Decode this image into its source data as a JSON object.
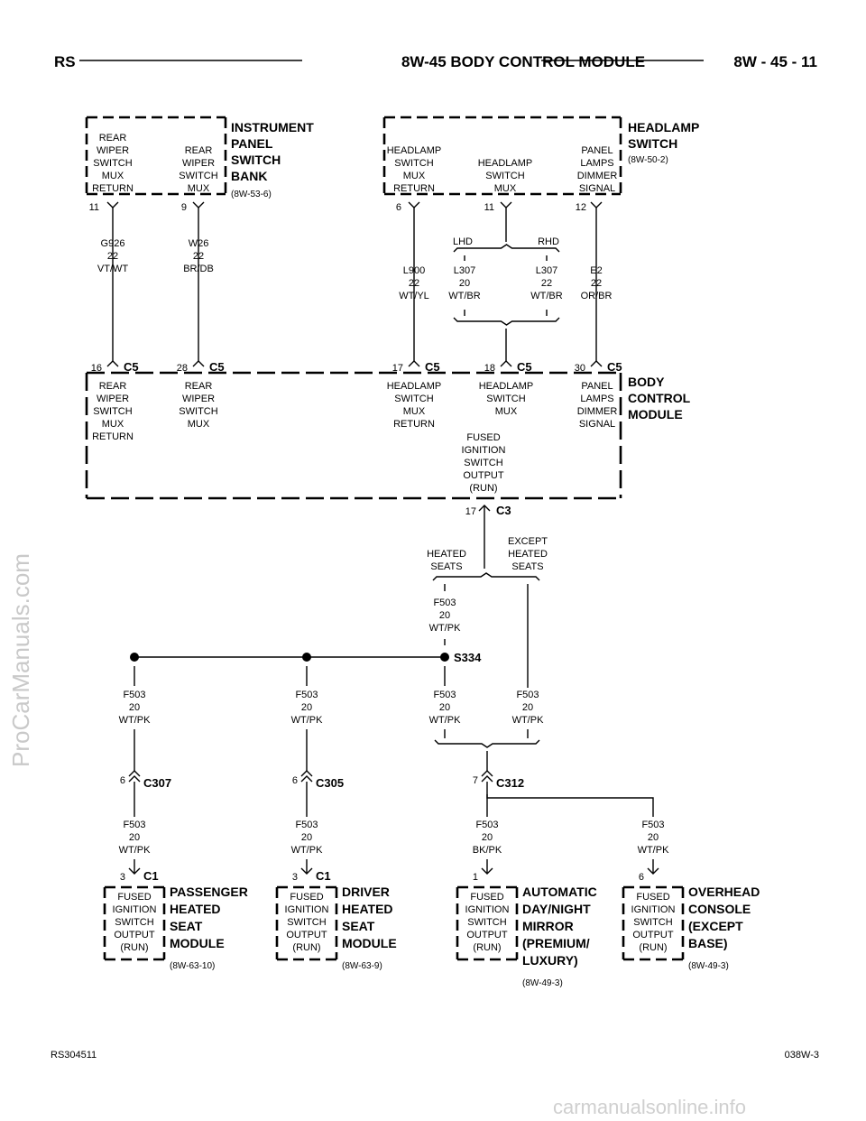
{
  "header": {
    "left": "RS",
    "title": "8W-45 BODY CONTROL MODULE",
    "right": "8W - 45 - 11"
  },
  "footer": {
    "left": "RS304511",
    "right": "038W-3"
  },
  "watermarks": {
    "side": "ProCarManuals.com",
    "bottom": "carmanualsonline.info"
  },
  "components": {
    "ipsb": {
      "name": [
        "INSTRUMENT",
        "PANEL",
        "SWITCH",
        "BANK"
      ],
      "ref": "(8W-53-6)",
      "pins": [
        {
          "num": "11",
          "label": [
            "REAR",
            "WIPER",
            "SWITCH",
            "MUX",
            "RETURN"
          ]
        },
        {
          "num": "9",
          "label": [
            "REAR",
            "WIPER",
            "SWITCH",
            "MUX"
          ]
        }
      ]
    },
    "hls": {
      "name": [
        "HEADLAMP",
        "SWITCH"
      ],
      "ref": "(8W-50-2)",
      "pins": [
        {
          "num": "6",
          "label": [
            "HEADLAMP",
            "SWITCH",
            "MUX",
            "RETURN"
          ]
        },
        {
          "num": "11",
          "label": [
            "HEADLAMP",
            "SWITCH",
            "MUX"
          ]
        },
        {
          "num": "12",
          "label": [
            "PANEL",
            "LAMPS",
            "DIMMER",
            "SIGNAL"
          ]
        }
      ]
    },
    "bcm": {
      "name": [
        "BODY",
        "CONTROL",
        "MODULE"
      ],
      "pins": [
        {
          "num": "16",
          "conn": "C5",
          "label": [
            "REAR",
            "WIPER",
            "SWITCH",
            "MUX",
            "RETURN"
          ]
        },
        {
          "num": "28",
          "conn": "C5",
          "label": [
            "REAR",
            "WIPER",
            "SWITCH",
            "MUX"
          ]
        },
        {
          "num": "17",
          "conn": "C5",
          "label": [
            "HEADLAMP",
            "SWITCH",
            "MUX",
            "RETURN"
          ]
        },
        {
          "num": "18",
          "conn": "C5",
          "label": [
            "HEADLAMP",
            "SWITCH",
            "MUX"
          ]
        },
        {
          "num": "30",
          "conn": "C5",
          "label": [
            "PANEL",
            "LAMPS",
            "DIMMER",
            "SIGNAL"
          ]
        },
        {
          "num": "17",
          "conn": "C3",
          "label": [
            "FUSED",
            "IGNITION",
            "SWITCH",
            "OUTPUT",
            "(RUN)"
          ]
        }
      ]
    },
    "phsm": {
      "name": [
        "PASSENGER",
        "HEATED",
        "SEAT",
        "MODULE"
      ],
      "ref": "(8W-63-10)",
      "pin": "3",
      "conn": "C1"
    },
    "dhsm": {
      "name": [
        "DRIVER",
        "HEATED",
        "SEAT",
        "MODULE"
      ],
      "ref": "(8W-63-9)",
      "pin": "3",
      "conn": "C1"
    },
    "mirror": {
      "name": [
        "AUTOMATIC",
        "DAY/NIGHT",
        "MIRROR",
        "(PREMIUM/",
        "LUXURY)"
      ],
      "ref": "(8W-49-3)",
      "pin": "1"
    },
    "console": {
      "name": [
        "OVERHEAD",
        "CONSOLE",
        "(EXCEPT",
        "BASE)"
      ],
      "ref": "(8W-49-3)",
      "pin": "6"
    },
    "fused_label": [
      "FUSED",
      "IGNITION",
      "SWITCH",
      "OUTPUT",
      "(RUN)"
    ]
  },
  "wires": {
    "g926": [
      "G926",
      "22",
      "VT/WT"
    ],
    "w26": [
      "W26",
      "22",
      "BR/DB"
    ],
    "l900": [
      "L900",
      "22",
      "WT/YL"
    ],
    "l307a": [
      "L307",
      "20",
      "WT/BR"
    ],
    "l307b": [
      "L307",
      "22",
      "WT/BR"
    ],
    "e2": [
      "E2",
      "22",
      "OR/BR"
    ],
    "f503_20_wtpk": [
      "F503",
      "20",
      "WT/PK"
    ],
    "f503_20_bkpk": [
      "F503",
      "20",
      "BK/PK"
    ]
  },
  "options": {
    "lhd": "LHD",
    "rhd": "RHD",
    "heated": [
      "HEATED",
      "SEATS"
    ],
    "except": [
      "EXCEPT",
      "HEATED",
      "SEATS"
    ]
  },
  "splice": "S334",
  "connectors": {
    "c307": "C307",
    "c305": "C305",
    "c312": "C312",
    "c312_pin": "7",
    "c307_pin": "6",
    "c305_pin": "6"
  }
}
